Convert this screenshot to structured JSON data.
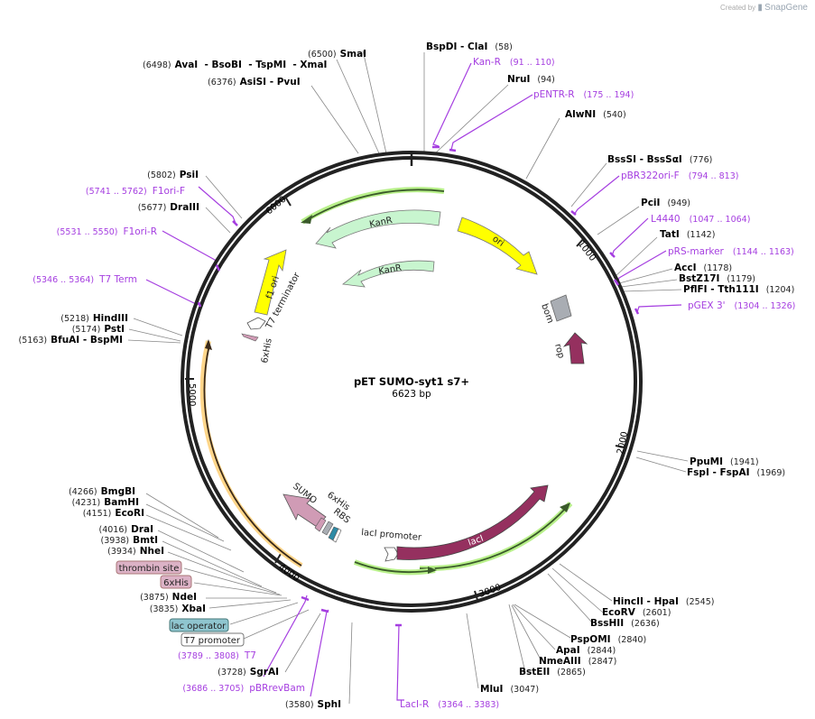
{
  "credit": {
    "prefix": "Created by",
    "brand": "SnapGene"
  },
  "plasmid": {
    "name": "pET SUMO-syt1 s7+",
    "length": "6623 bp",
    "total_bp": 6623
  },
  "colors": {
    "backbone": "#222222",
    "enzyme_line": "#888888",
    "primer": "#a53ee0",
    "kanR": "#c8f5cf",
    "ori": "#ffff00",
    "lacI": "#95305f",
    "rop": "#95305f",
    "bom": "#a9adb3",
    "sumo": "#d09bb5",
    "orf_glow_green": "#b8f08a",
    "orf_glow_orange": "#ffd68a",
    "lac_operator": "#8fc5cf",
    "thrombin": "#dcb2c6"
  },
  "ticks": [
    {
      "label": "1000",
      "bp": 1000
    },
    {
      "label": "2000",
      "bp": 2000
    },
    {
      "label": "3000",
      "bp": 3000
    },
    {
      "label": "4000",
      "bp": 4000
    },
    {
      "label": "5000",
      "bp": 5000
    },
    {
      "label": "6000",
      "bp": 6000
    }
  ],
  "enzymes_top_left": [
    {
      "pos": "(6500)",
      "name": "SmaI"
    },
    {
      "pos": "(6498)",
      "name": "AvaI  - BsoBI  - TspMI  - XmaI"
    },
    {
      "pos": "(6376)",
      "name": "AsiSI  - PvuI"
    }
  ],
  "enzymes_right": [
    {
      "name": "BspDI  - ClaI",
      "pos": "(58)"
    },
    {
      "name": "NruI",
      "pos": "(94)"
    },
    {
      "name": "AlwNI",
      "pos": "(540)"
    },
    {
      "name": "BssSI  - BssSαI",
      "pos": "(776)"
    },
    {
      "name": "PciI",
      "pos": "(949)"
    },
    {
      "name": "TatI",
      "pos": "(1142)"
    },
    {
      "name": "AccI",
      "pos": "(1178)"
    },
    {
      "name": "BstZ17I",
      "pos": "(1179)"
    },
    {
      "name": "PflFI  - Tth111I",
      "pos": "(1204)"
    },
    {
      "name": "PpuMI",
      "pos": "(1941)"
    },
    {
      "name": "FspI  - FspAI",
      "pos": "(1969)"
    },
    {
      "name": "HincII  - HpaI",
      "pos": "(2545)"
    },
    {
      "name": "EcoRV",
      "pos": "(2601)"
    },
    {
      "name": "BssHII",
      "pos": "(2636)"
    },
    {
      "name": "PspOMI",
      "pos": "(2840)"
    },
    {
      "name": "ApaI",
      "pos": "(2844)"
    },
    {
      "name": "NmeAIII",
      "pos": "(2847)"
    },
    {
      "name": "BstEII",
      "pos": "(2865)"
    },
    {
      "name": "MluI",
      "pos": "(3047)"
    }
  ],
  "enzymes_left": [
    {
      "pos": "(5802)",
      "name": "PsiI"
    },
    {
      "pos": "(5677)",
      "name": "DraIII"
    },
    {
      "pos": "(5218)",
      "name": "HindIII"
    },
    {
      "pos": "(5174)",
      "name": "PstI"
    },
    {
      "pos": "(5163)",
      "name": "BfuAI  - BspMI"
    },
    {
      "pos": "(4266)",
      "name": "BmgBI"
    },
    {
      "pos": "(4231)",
      "name": "BamHI"
    },
    {
      "pos": "(4151)",
      "name": "EcoRI"
    },
    {
      "pos": "(4016)",
      "name": "DraI"
    },
    {
      "pos": "(3938)",
      "name": "BmtI"
    },
    {
      "pos": "(3934)",
      "name": "NheI"
    },
    {
      "pos": "(3875)",
      "name": "NdeI"
    },
    {
      "pos": "(3835)",
      "name": "XbaI"
    },
    {
      "pos": "(3728)",
      "name": "SgrAI"
    },
    {
      "pos": "(3580)",
      "name": "SphI"
    }
  ],
  "primers": [
    {
      "name": "Kan-R",
      "range": "(91 .. 110)"
    },
    {
      "name": "pENTR-R",
      "range": "(175 .. 194)"
    },
    {
      "name": "pBR322ori-F",
      "range": "(794 .. 813)"
    },
    {
      "name": "L4440",
      "range": "(1047 .. 1064)"
    },
    {
      "name": "pRS-marker",
      "range": "(1144 .. 1163)"
    },
    {
      "name": "pGEX 3'",
      "range": "(1304 .. 1326)"
    },
    {
      "name": "LacI-R",
      "range": "(3364 .. 3383)"
    },
    {
      "name": "F1ori-F",
      "range": "(5741 .. 5762)"
    },
    {
      "name": "F1ori-R",
      "range": "(5531 .. 5550)"
    },
    {
      "name": "T7 Term",
      "range": "(5346 .. 5364)"
    },
    {
      "name": "T7",
      "range": "(3789 .. 3808)"
    },
    {
      "name": "pBRrevBam",
      "range": "(3686 .. 3705)"
    }
  ],
  "boxed_features": [
    {
      "name": "thrombin site"
    },
    {
      "name": "6xHis"
    },
    {
      "name": "lac operator"
    },
    {
      "name": "T7 promoter"
    }
  ],
  "features": {
    "kanR_outer": "KanR",
    "kanR_inner": "KanR",
    "ori": "ori",
    "f1ori": "f1 ori",
    "t7term": "T7 terminator",
    "his_top": "6xHis",
    "bom": "bom",
    "rop": "rop",
    "sumo": "SUMO",
    "his_bottom": "6xHis",
    "rbs": "RBS",
    "lacI_promoter": "lacI promoter",
    "lacI": "lacI"
  }
}
